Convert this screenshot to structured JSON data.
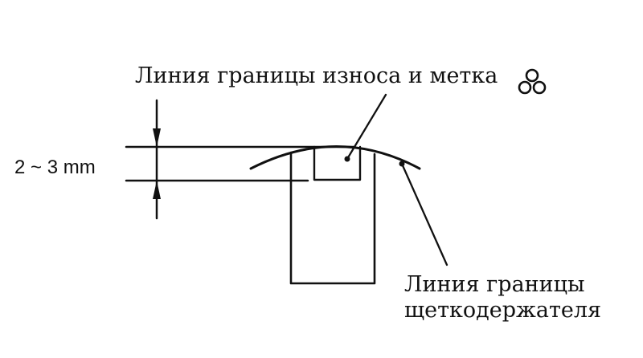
{
  "labels": {
    "wear_limit_line": "Линия границы износа и метка",
    "dimension": "2 ~ 3 mm",
    "holder_limit_line_1": "Линия границы",
    "holder_limit_line_2": "щеткодержателя"
  },
  "icons": {
    "wear_mark": "trefoil-mark-icon"
  },
  "colors": {
    "ink": "#111111",
    "background": "#ffffff"
  }
}
